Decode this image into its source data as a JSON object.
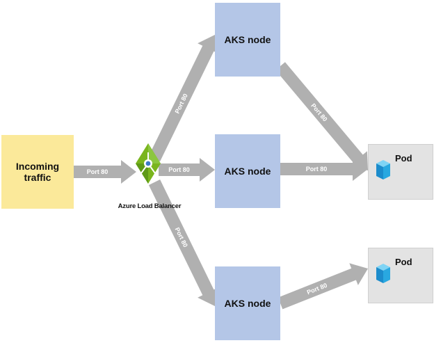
{
  "incoming": {
    "label": "Incoming traffic"
  },
  "load_balancer": {
    "label": "Azure Load Balancer"
  },
  "nodes": [
    {
      "label": "AKS node"
    },
    {
      "label": "AKS node"
    },
    {
      "label": "AKS node"
    }
  ],
  "pods": [
    {
      "label": "Pod"
    },
    {
      "label": "Pod"
    }
  ],
  "arrows": [
    {
      "label": "Port 80"
    },
    {
      "label": "Port 80"
    },
    {
      "label": "Port 80"
    },
    {
      "label": "Port 80"
    },
    {
      "label": "Port 80"
    },
    {
      "label": "Port 80"
    },
    {
      "label": "Port 80"
    }
  ],
  "colors": {
    "incoming_fill": "#fbe99a",
    "node_fill": "#b4c6e7",
    "pod_fill": "#e3e3e3",
    "arrow": "#b0b0b0",
    "lb_green": "#7ab51d",
    "cube_blue": "#29a8e0"
  },
  "icons": {
    "load_balancer": "azure-load-balancer-icon",
    "pod": "cube-icon"
  }
}
